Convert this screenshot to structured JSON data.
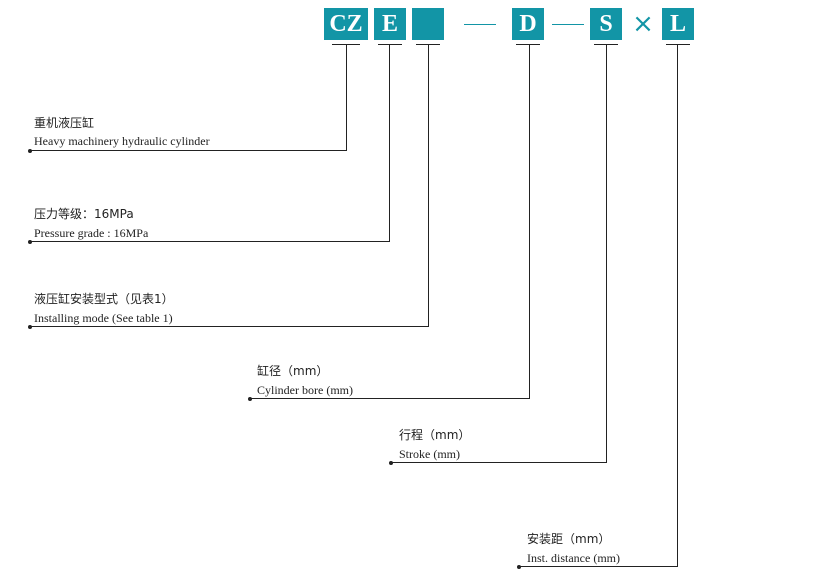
{
  "code": {
    "boxes": [
      "CZ",
      "E",
      "",
      "D",
      "S",
      "L"
    ],
    "times_symbol": "×"
  },
  "labels": [
    {
      "zh": "重机液压缸",
      "en": "Heavy machinery hydraulic cylinder"
    },
    {
      "zh": "压力等级：16MPa",
      "en": "Pressure grade : 16MPa"
    },
    {
      "zh": "液压缸安装型式（见表1）",
      "en": "Installing mode (See table 1)"
    },
    {
      "zh": "缸径（mm）",
      "en": "Cylinder bore (mm)"
    },
    {
      "zh": "行程（mm）",
      "en": "Stroke (mm)"
    },
    {
      "zh": "安装距（mm）",
      "en": "Inst. distance (mm)"
    }
  ],
  "colors": {
    "accent": "#1295a6",
    "line": "#222222"
  }
}
